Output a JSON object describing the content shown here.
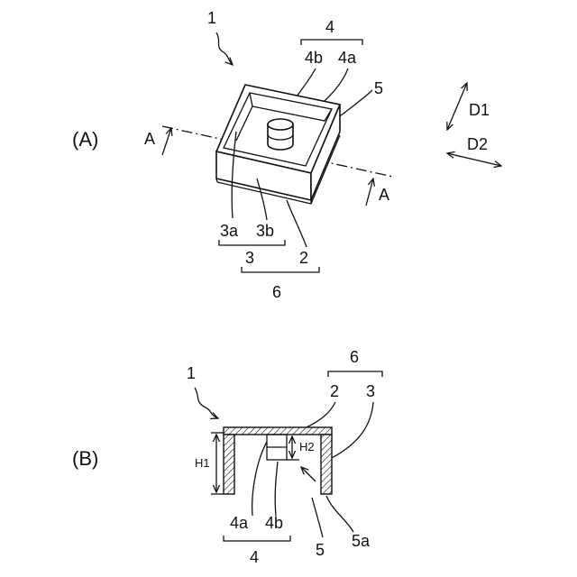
{
  "panels": {
    "a": "(A)",
    "b": "(B)"
  },
  "labels_a": {
    "device": "1",
    "group_4": "4",
    "l4b": "4b",
    "l4a": "4a",
    "l5": "5",
    "d1": "D1",
    "d2": "D2",
    "section_left": "A",
    "section_right": "A",
    "l3a": "3a",
    "l3b": "3b",
    "l3": "3",
    "l2": "2",
    "l6": "6"
  },
  "labels_b": {
    "device": "1",
    "l6": "6",
    "l2": "2",
    "l3": "3",
    "h1": "H1",
    "h2": "H2",
    "l4a": "4a",
    "l4b": "4b",
    "l5": "5",
    "l5a": "5a",
    "group_4": "4"
  }
}
